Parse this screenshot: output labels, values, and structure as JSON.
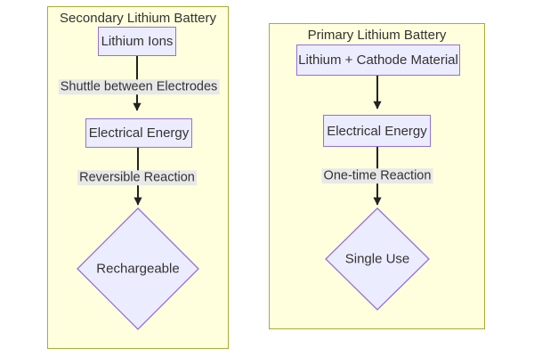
{
  "diagram": {
    "type": "flowchart",
    "clusters": [
      {
        "title": "Secondary Lithium Battery",
        "nodes": [
          {
            "id": "lithium-ions",
            "label": "Lithium Ions",
            "shape": "rect"
          },
          {
            "id": "electrical-energy",
            "label": "Electrical Energy",
            "shape": "rect"
          },
          {
            "id": "rechargeable",
            "label": "Rechargeable",
            "shape": "diamond"
          }
        ],
        "edges": [
          {
            "from": "lithium-ions",
            "to": "electrical-energy",
            "label": "Shuttle between Electrodes"
          },
          {
            "from": "electrical-energy",
            "to": "rechargeable",
            "label": "Reversible Reaction"
          }
        ]
      },
      {
        "title": "Primary Lithium Battery",
        "nodes": [
          {
            "id": "lithium-cathode-material",
            "label": "Lithium + Cathode Material",
            "shape": "rect"
          },
          {
            "id": "electrical-energy-2",
            "label": "Electrical Energy",
            "shape": "rect"
          },
          {
            "id": "single-use",
            "label": "Single Use",
            "shape": "diamond"
          }
        ],
        "edges": [
          {
            "from": "lithium-cathode-material",
            "to": "electrical-energy-2",
            "label": ""
          },
          {
            "from": "electrical-energy-2",
            "to": "single-use",
            "label": "One-time Reaction"
          }
        ]
      }
    ],
    "colors": {
      "cluster_fill": "#ffffde",
      "cluster_border": "#aaaa33",
      "node_fill": "#ececff",
      "node_border": "#9370db",
      "edge": "#222222",
      "text": "#333333",
      "edge_label_bg": "#e8e8e8"
    }
  }
}
